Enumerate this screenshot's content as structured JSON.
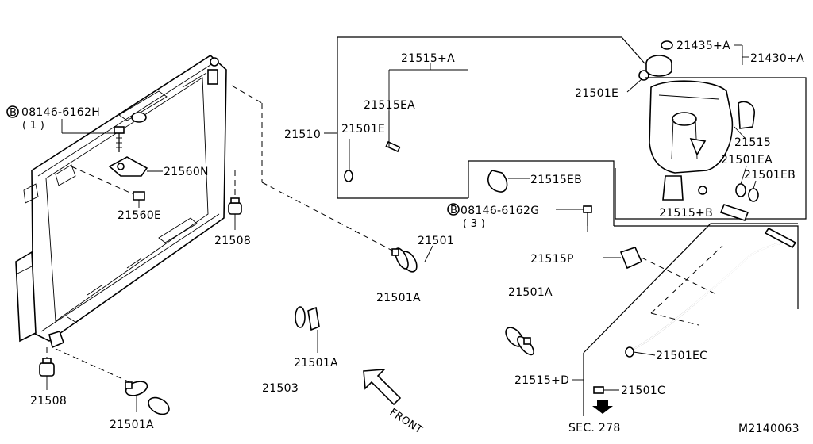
{
  "diagram": {
    "id_code": "M2140063",
    "section_ref": "SEC. 278",
    "front_label": "FRONT",
    "bolt_symbol": "B",
    "callouts": {
      "bolt_radiator_pn": "08146-6162H",
      "bolt_radiator_qty": "( 1 )",
      "bolt_bracket_pn": "08146-6162G",
      "bolt_bracket_qty": "( 3 )",
      "bracket": "21560N",
      "bracket_nut": "21560E",
      "mount_upper": "21508",
      "mount_lower": "21508",
      "upper_hose": "21501",
      "upper_hose_clamp_a": "21501A",
      "upper_hose_clamp_b": "21501A",
      "lower_hose": "21503",
      "lower_hose_clamp_a": "21501A",
      "lower_hose_clamp_b": "21501A",
      "reservoir_hose_group": "21515+A",
      "reservoir_hose_clip": "21515EA",
      "reservoir_hose_clamp": "21501E",
      "reservoir_hose_clamp_2": "21501E",
      "reservoir_assembly": "21510",
      "cap_seal": "21435+A",
      "cap_assembly": "21430+A",
      "reservoir_tank": "21515",
      "tank_clamp_ea": "21501EA",
      "tank_clamp_eb": "21501EB",
      "tank_hose_b": "21515+B",
      "clip_eb": "21515EB",
      "clip_p": "21515P",
      "clamp_ec": "21501EC",
      "hose_d": "21515+D",
      "clamp_c": "21501C"
    }
  }
}
